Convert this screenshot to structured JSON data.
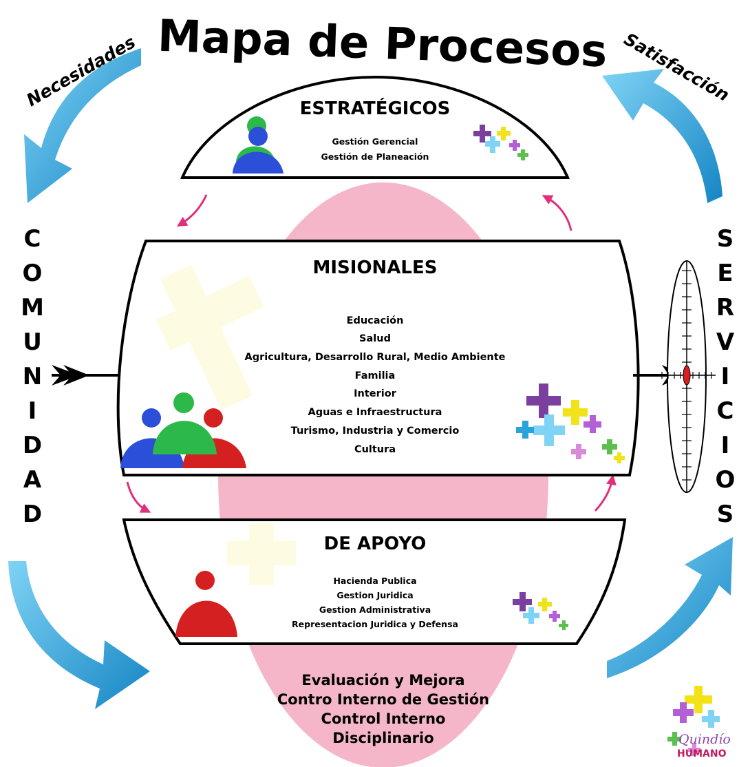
{
  "title": "Mapa de Procesos",
  "left_arc_label": "Necesidades",
  "right_arc_label": "Satisfacción",
  "left_vertical": [
    "C",
    "O",
    "M",
    "U",
    "N",
    "I",
    "D",
    "A",
    "D"
  ],
  "right_vertical": [
    "S",
    "E",
    "R",
    "V",
    "I",
    "C",
    "I",
    "O",
    "S"
  ],
  "estrategicos": {
    "heading": "ESTRATÉGICOS",
    "items": [
      "Gestión Gerencial",
      "Gestión de Planeación"
    ]
  },
  "misionales": {
    "heading": "MISIONALES",
    "items": [
      "Educación",
      "Salud",
      "Agricultura, Desarrollo Rural, Medio Ambiente",
      "Familia",
      "Interior",
      "Aguas e Infraestructura",
      "Turismo, Industria y Comercio",
      "Cultura"
    ]
  },
  "apoyo": {
    "heading": "DE APOYO",
    "items": [
      "Hacienda Publica",
      "Gestion Juridica",
      "Gestion Administrativa",
      "Representacion Juridica y Defensa"
    ]
  },
  "evaluacion": {
    "items": [
      "Evaluación y Mejora",
      "Contro Interno de Gestión",
      "Control Interno",
      "Disciplinario"
    ]
  },
  "logo": {
    "line1": "Quindío",
    "line2": "HUMANO"
  },
  "colors": {
    "pink": "#f4b6c8",
    "arc_blue": "#29a3d9",
    "small_arrow": "#e0307a",
    "person_blue": "#2b4fd8",
    "person_green": "#2db84a",
    "person_red": "#d42020"
  }
}
